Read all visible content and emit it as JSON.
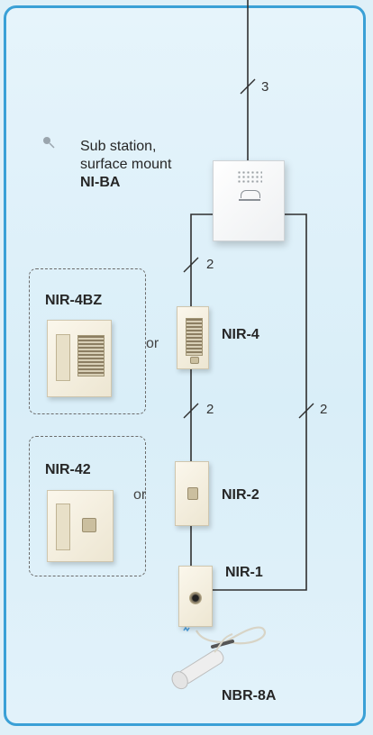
{
  "sub_station": {
    "caption_line1": "Sub station,",
    "caption_line2": "surface mount",
    "model": "NI-BA"
  },
  "wire_counts": {
    "main": "3",
    "to_nir4": "2",
    "nir4_to_nir2": "2",
    "right_loop": "2"
  },
  "or_text": "or",
  "options": {
    "group1": {
      "model": "NIR-4BZ"
    },
    "group2": {
      "model": "NIR-42"
    }
  },
  "devices": {
    "nir4": "NIR-4",
    "nir2": "NIR-2",
    "nir1": "NIR-1",
    "nbr8a": "NBR-8A"
  },
  "colors": {
    "border": "#3aa0d6",
    "background": "#dff0f8",
    "wire": "#2f2f2f"
  }
}
